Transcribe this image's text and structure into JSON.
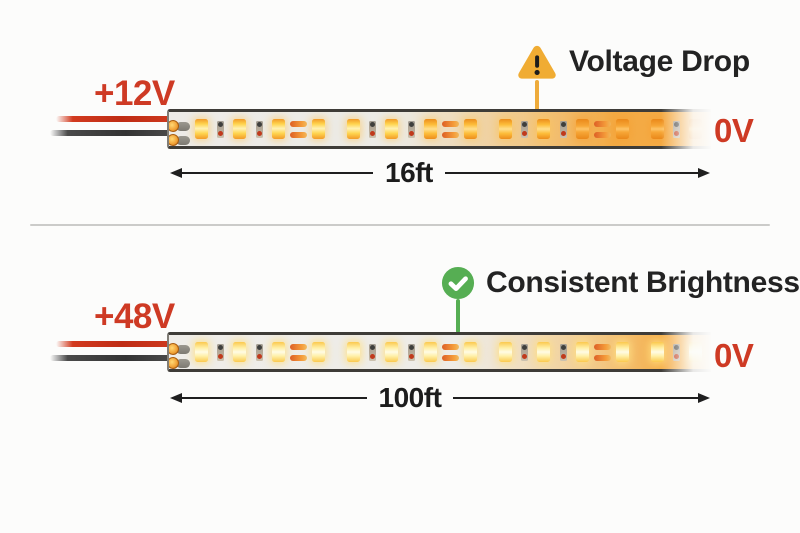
{
  "diagram": {
    "panels": [
      {
        "input_voltage": "+12V",
        "output_voltage": "0V",
        "callout": {
          "label": "Voltage Drop",
          "icon": "warning-triangle"
        },
        "length": "16ft"
      },
      {
        "input_voltage": "+48V",
        "output_voltage": "0V",
        "callout": {
          "label": "Consistent Brightness",
          "icon": "check-circle"
        },
        "length": "100ft"
      }
    ],
    "colors": {
      "voltage_text": "#ce3a24",
      "warning_accent": "#f0ac33",
      "success_accent": "#56ae53",
      "label_text": "#232323"
    }
  }
}
